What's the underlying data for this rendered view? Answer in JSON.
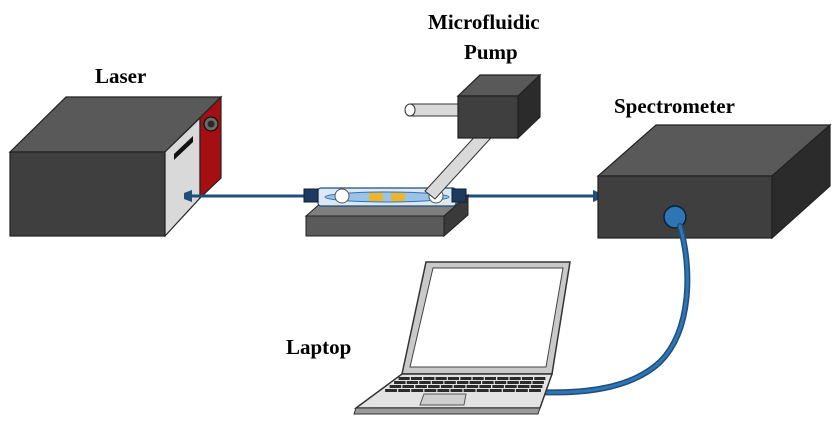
{
  "labels": {
    "laser": "Laser",
    "pump_line1": "Microfluidic",
    "pump_line2": "Pump",
    "spectrometer": "Spectrometer",
    "laptop": "Laptop"
  },
  "colors": {
    "box_front": "#3f3f3f",
    "box_top": "#595959",
    "box_side": "#2b2b2b",
    "laser_panel": "#d9d9d9",
    "laser_red": "#a50f12",
    "fiber": "#1f4e79",
    "port": "#2e75b6"
  }
}
